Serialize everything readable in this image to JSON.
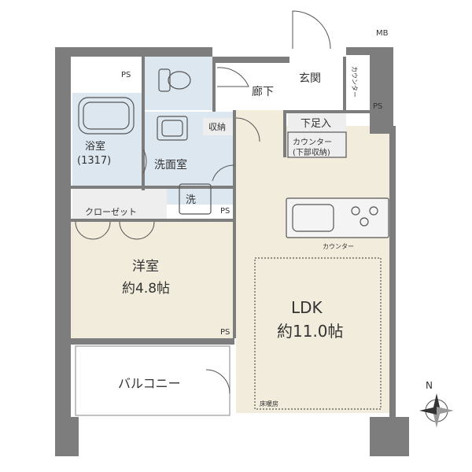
{
  "rooms": {
    "ldk": {
      "name": "LDK",
      "size": "約11.0帖"
    },
    "western": {
      "name": "洋室",
      "size": "約4.8帖"
    },
    "bath": {
      "name": "浴室",
      "size": "(1317)"
    },
    "washroom": "洗面室",
    "washer": "洗",
    "closet": "クローゼット",
    "balcony": "バルコニー",
    "corridor": "廊下",
    "entrance": "玄関",
    "shoe_area": "下足入",
    "storage": "収納",
    "counter_storage": {
      "line1": "カウンター",
      "line2": "(下部収納)"
    },
    "counter_kitchen": "カウンター",
    "counter_entrance": "カウンター",
    "floor_heating": "床暖房"
  },
  "ps": [
    "PS",
    "PS",
    "PS",
    "PS"
  ],
  "mb": "MB",
  "compass": "N",
  "colors": {
    "wall": "#7d7d7d",
    "ldk_floor": "#f2ecdc",
    "western_floor": "#f2ecdc",
    "wet_floor": "#dde7ef",
    "storage_floor": "#eeeeee",
    "line": "#555555"
  }
}
